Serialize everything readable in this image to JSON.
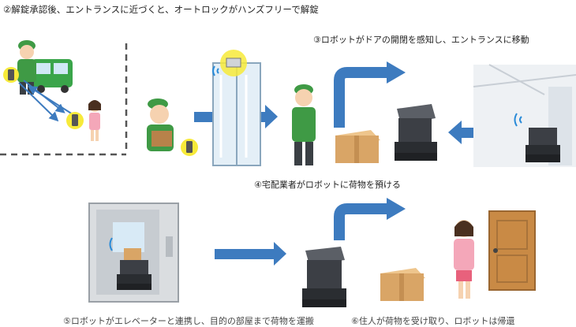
{
  "captions": {
    "step2": "②解錠承認後、エントランスに近づくと、オートロックがハンズフリーで解錠",
    "step3": "③ロボットがドアの開閉を感知し、エントランスに移動",
    "step4": "④宅配業者がロボットに荷物を預ける",
    "step5": "⑤ロボットがエレベーターと連携し、目的の部屋まで荷物を運搬",
    "step6": "⑥住人が荷物を受け取り、ロボットは帰還"
  },
  "colors": {
    "arrow": "#3d7bbf",
    "uniform": "#3f9a45",
    "wifi": "#2a8bd8",
    "phone_glow": "#f7ea3a",
    "box": "#d9a566",
    "robot": "#3c3f45",
    "door": "#c98a45"
  }
}
